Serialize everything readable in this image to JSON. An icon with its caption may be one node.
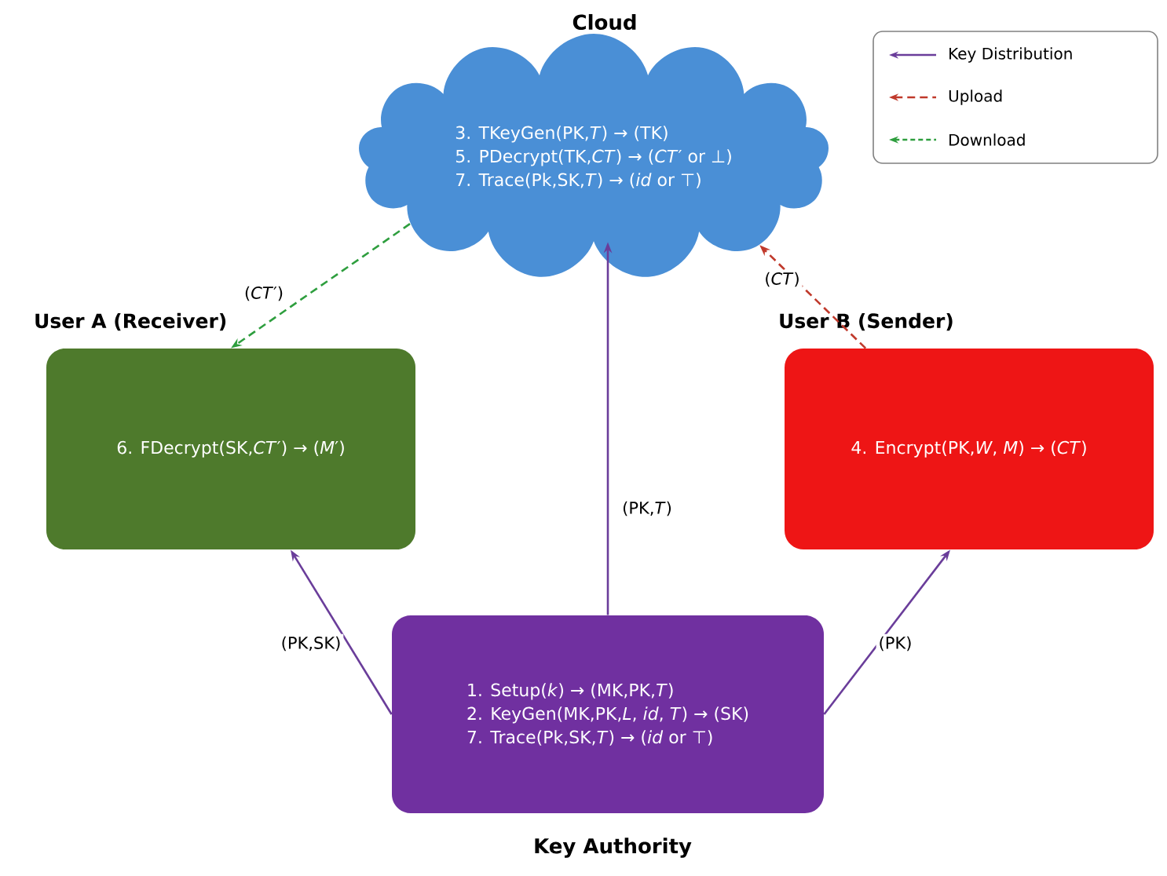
{
  "diagram": {
    "nodes": [
      {
        "text": [
          "Cloud",
          "3. TKeyGen(PK,*T*) → (TK)",
          "5. PDecrypt(TK,*CT*) → (*CT*′ or ⊥)",
          "7. Trace(Pk,SK,*T*) → (*id* or ⊤)"
        ]
      },
      {
        "text": [
          "User A (Receiver)",
          "6. FDecrypt(SK,*CT*′) → (*M*′)"
        ]
      },
      {
        "text": [
          "User B (Sender)",
          "4. Encrypt(PK,*W*, *M*) → (*CT*)"
        ]
      },
      {
        "text": [
          "1. Setup(*k*) → (MK,PK,*T*)",
          "2. KeyGen(MK,PK,*L*, *id*, *T*) → (SK)",
          "7. Trace(Pk,SK,*T*) → (*id* or ⊤)",
          "Key Authority"
        ]
      }
    ],
    "edges": [
      {
        "from": 0,
        "to": 1,
        "arrow": "to",
        "label": "(*CT*′)",
        "style": "dashed",
        "color": "#2e9e3e"
      },
      {
        "from": 2,
        "to": 0,
        "arrow": "to",
        "label": "(*CT*)",
        "style": "dashed",
        "color": "#c0392b"
      },
      {
        "from": 3,
        "to": 1,
        "arrow": "to",
        "label": "(PK,SK)"
      },
      {
        "from": 3,
        "to": 0,
        "arrow": "to",
        "label": "(PK,*T*)"
      },
      {
        "from": 3,
        "to": 2,
        "arrow": "to",
        "label": "(PK)"
      }
    ],
    "legend": [
      {
        "text": "Key Distribution"
      },
      {
        "text": "Upload"
      },
      {
        "text": "Download"
      }
    ]
  }
}
